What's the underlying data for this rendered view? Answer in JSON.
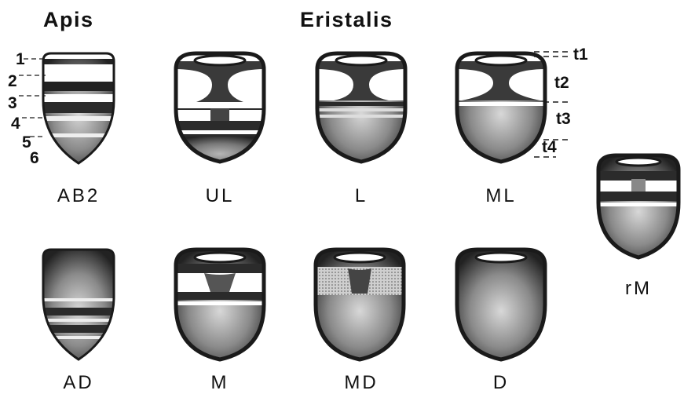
{
  "headings": {
    "apis": "Apis",
    "eristalis": "Eristalis"
  },
  "segment_numbers": [
    "1",
    "2",
    "3",
    "4",
    "5",
    "6"
  ],
  "tergite_labels": [
    "t1",
    "t2",
    "t3",
    "t4"
  ],
  "patterns": [
    {
      "label": "AB2"
    },
    {
      "label": "UL"
    },
    {
      "label": "L"
    },
    {
      "label": "ML"
    },
    {
      "label": "rM"
    },
    {
      "label": "AD"
    },
    {
      "label": "M"
    },
    {
      "label": "MD"
    },
    {
      "label": "D"
    }
  ],
  "colors": {
    "ink": "#1a1a1a",
    "dark_fill": "#2b2b2b",
    "mid_fill": "#5a5a5a",
    "light_fill": "#9a9a9a",
    "paper": "#ffffff"
  }
}
